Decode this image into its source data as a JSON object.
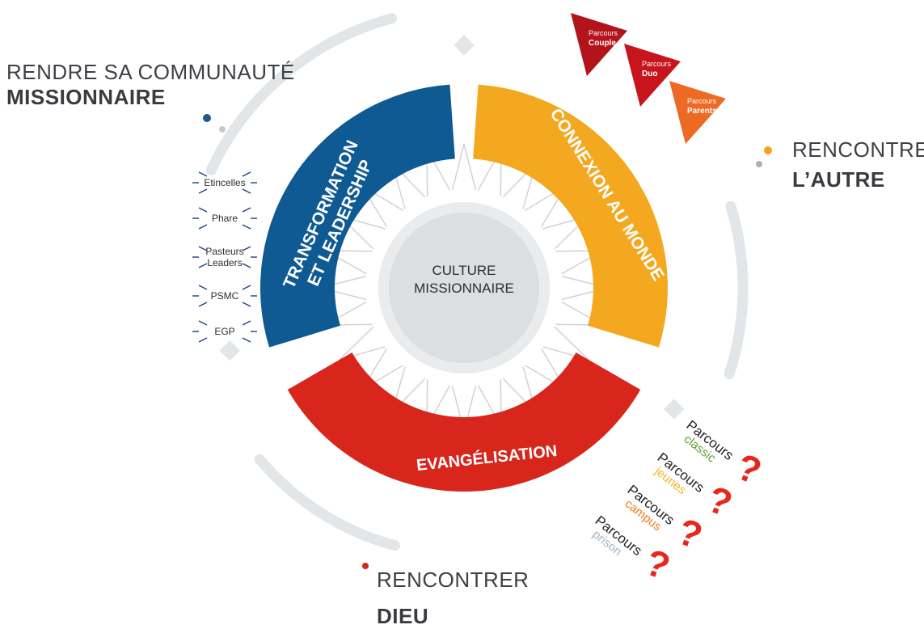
{
  "headings": {
    "top_left": {
      "line1": "RENDRE SA COMMUNAUTÉ",
      "line2": "MISSIONNAIRE",
      "dot_color": "#1e5b93"
    },
    "right": {
      "line1": "RENCONTRER",
      "line2": "L’AUTRE",
      "dot_color": "#f2a51c"
    },
    "bottom": {
      "line1": "RENCONTRER",
      "line2": "DIEU",
      "dot_color": "#d8261d"
    }
  },
  "center": {
    "line1": "CULTURE",
    "line2": "MISSIONNAIRE"
  },
  "segments": {
    "left": {
      "line1": "TRANSFORMATION",
      "line2": "ET LEADERSHIP",
      "color": "#0f5a93"
    },
    "right": {
      "label": "CONNEXION AU MONDE",
      "color": "#f3a81f"
    },
    "bottom": {
      "label": "EVANGÉLISATION",
      "color": "#d8261d"
    }
  },
  "leadership_programs": [
    {
      "line1": "Etincelles",
      "line2": ""
    },
    {
      "line1": "Phare",
      "line2": ""
    },
    {
      "line1": "Pasteurs",
      "line2": "Leaders"
    },
    {
      "line1": "PSMC",
      "line2": ""
    },
    {
      "line1": "EGP",
      "line2": ""
    }
  ],
  "world_tags": [
    {
      "top": "Parcours",
      "bottom": "Couple",
      "color": "#b3131b"
    },
    {
      "top": "Parcours",
      "bottom": "Duo",
      "color": "#c8141c"
    },
    {
      "top": "Parcours",
      "bottom": "Parents",
      "color": "#ec6a24"
    }
  ],
  "evangelism_tracks": [
    {
      "line1": "Parcours",
      "line2": "classic",
      "accent": "#5a9f32"
    },
    {
      "line1": "Parcours",
      "line2": "jeunes",
      "accent": "#f3b21f"
    },
    {
      "line1": "Parcours",
      "line2": "campus",
      "accent": "#ef7c1a"
    },
    {
      "line1": "Parcours",
      "line2": "prison",
      "accent": "#9fb6c9"
    }
  ],
  "colors": {
    "arc_grey": "#e3e6e8",
    "text_dark": "#2d2d33",
    "sun": "#e9ebed"
  }
}
